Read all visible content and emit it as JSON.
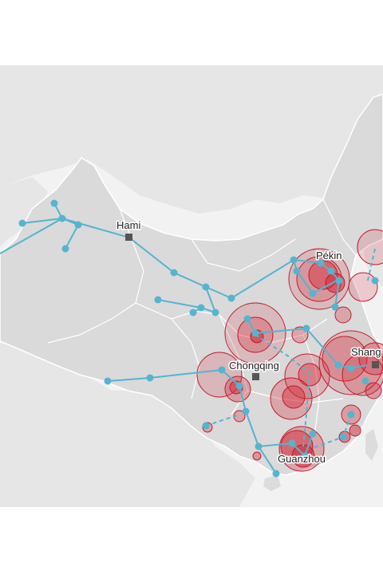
{
  "map": {
    "colors": {
      "background": "#ffffff",
      "sea": "#f4f4f4",
      "land": "#e3e3e3",
      "land_focus": "#d9d9d9",
      "borders": "#ffffff",
      "route": "#56b4cd",
      "hotspot": "#d42a3a",
      "city_marker": "#555555"
    },
    "cities": [
      {
        "id": "hami",
        "label": "Hami"
      },
      {
        "id": "pekin",
        "label": "Pékin"
      },
      {
        "id": "chongqing",
        "label": "Chongqing"
      },
      {
        "id": "shanghai",
        "label": "Shang"
      },
      {
        "id": "guangzhou",
        "label": "Guanzhou"
      }
    ]
  }
}
